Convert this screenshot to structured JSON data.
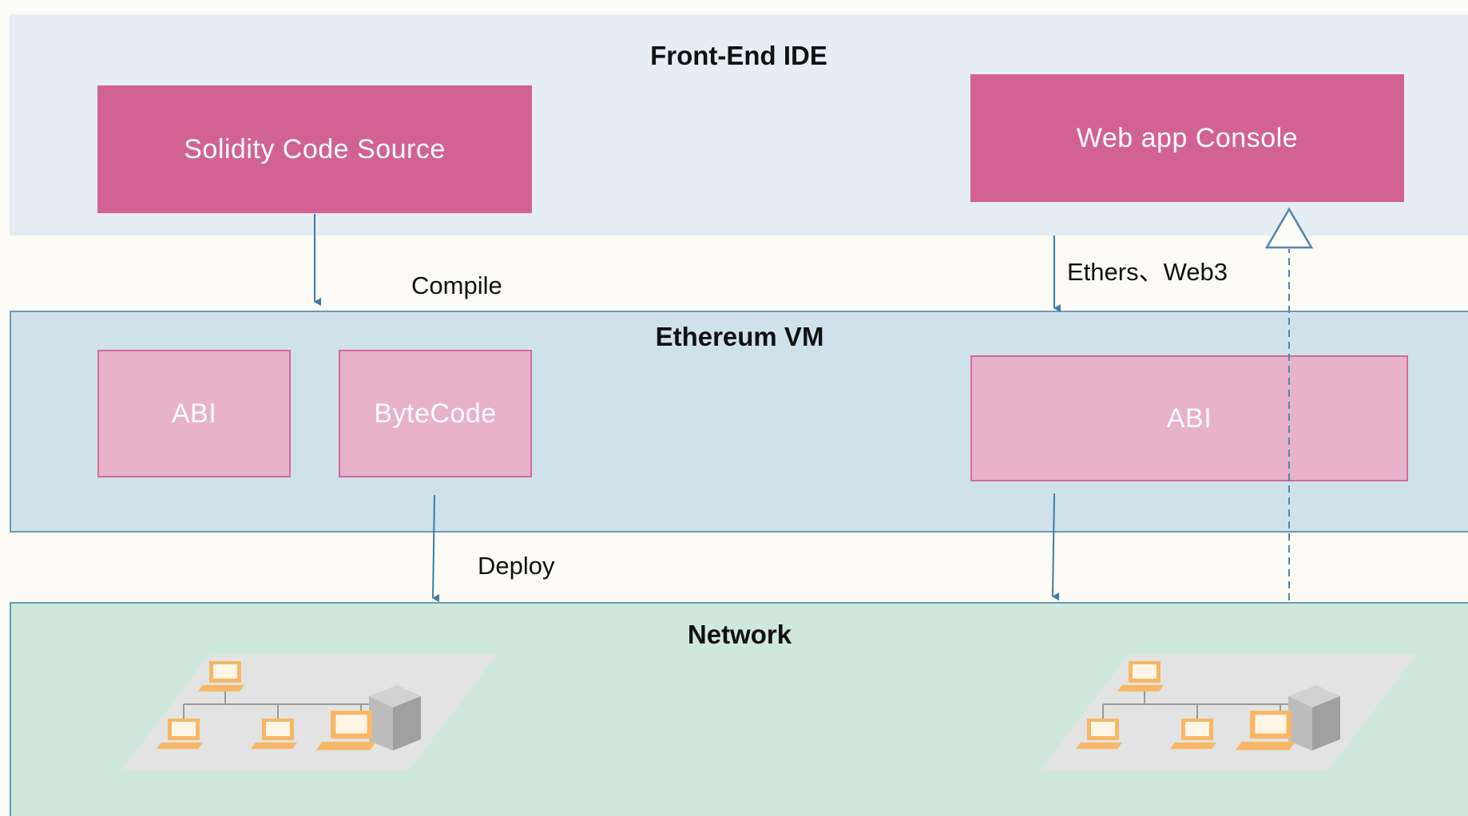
{
  "layers": {
    "frontend": {
      "title": "Front-End IDE"
    },
    "vm": {
      "title": "Ethereum VM"
    },
    "network": {
      "title": "Network"
    }
  },
  "boxes": {
    "solidity_source": "Solidity Code Source",
    "web_console": "Web app Console",
    "abi_left": "ABI",
    "bytecode": "ByteCode",
    "abi_right": "ABI"
  },
  "edge_labels": {
    "compile": "Compile",
    "ethers_web3": "Ethers、Web3",
    "deploy": "Deploy"
  },
  "colors": {
    "box_dark": "#d36294",
    "box_light": "#e8b2c9",
    "arrow": "#3f7aa6",
    "computer": "#f7b766",
    "server": "#bcbcbc"
  }
}
